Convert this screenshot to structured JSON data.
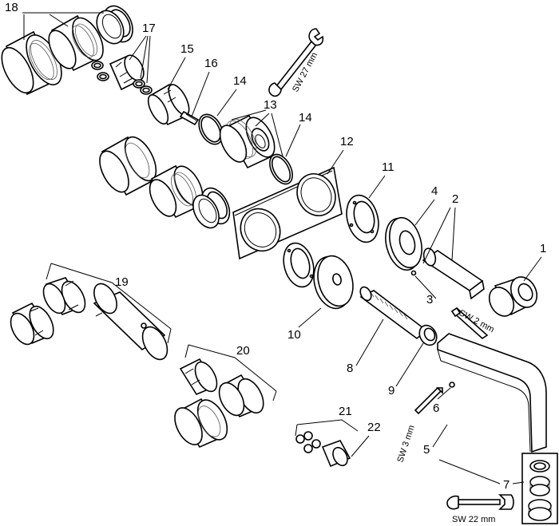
{
  "colors": {
    "line": "#000000",
    "background": "#ffffff",
    "thread": "#555555"
  },
  "part_numbers": {
    "n1": "1",
    "n2": "2",
    "n3": "3",
    "n4": "4",
    "n5": "5",
    "n6": "6",
    "n7": "7",
    "n8": "8",
    "n9": "9",
    "n10": "10",
    "n11": "11",
    "n12": "12",
    "n13": "13",
    "n14a": "14",
    "n14b": "14",
    "n15": "15",
    "n16": "16",
    "n17": "17",
    "n18": "18",
    "n19": "19",
    "n20": "20",
    "n21": "21",
    "n22": "22"
  },
  "tool_labels": {
    "sw27": "SW 27 mm",
    "sw2": "SW 2 mm",
    "sw3": "SW 3 mm",
    "sw22": "SW 22 mm"
  }
}
